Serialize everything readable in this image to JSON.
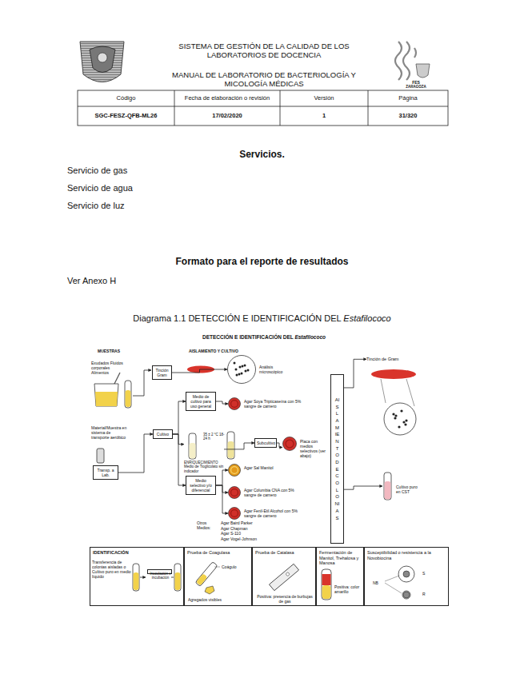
{
  "diagram": {
    "title": "DETECCIÓN E IDENTIFICACIÓN DEL Estafilococo",
    "caption": "Diagrama 1.1 DETECCIÓN E IDENTIFICACIÓN DEL Estafilococo",
    "nodes": [
      {
        "text": [
          "Tinción Gram"
        ]
      },
      {
        "text": [
          "Análisis microscópico"
        ]
      },
      {
        "text": [
          "Medio de cultivo para uso general"
        ]
      },
      {
        "text": [
          "Agar Soya Tripticaseína con 5% sangre de carnero"
        ]
      },
      {
        "text": [
          "Cultivo"
        ]
      },
      {
        "text": [
          "ENRIQUECIMIENTO",
          "Medio de Tioglicolato sin indicador"
        ]
      },
      {
        "text": [
          "Subcultivo"
        ]
      },
      {
        "text": [
          "Placa con medios selectivos (ver abajo)"
        ]
      },
      {
        "text": [
          "Agar Sal Manitol"
        ]
      },
      {
        "text": [
          "Medio selectivo y/o diferencial"
        ]
      },
      {
        "text": [
          "Agar Columbia CNA con 5% sangre de carnero"
        ]
      },
      {
        "text": [
          "Agar Fenil-Etil Alcohol con 5% sangre de carnero"
        ]
      },
      {
        "text": [
          "Transp. a Lab."
        ]
      },
      {
        "text": [
          "AISLAMIENTO DE COLONIAS"
        ]
      },
      {
        "text": [
          "Tinción de Gram"
        ]
      },
      {
        "text": [
          "Cultivo puro en CST"
        ]
      },
      {
        "text": [
          "IDENTIFICACIÓN",
          "Transferencia de colonias aisladas o Cultivo puro en medio líquido"
        ]
      },
      {
        "text": [
          "Inoculación e incubación"
        ],
        "in": 16
      },
      {
        "text": [
          "Prueba de Coagulasa",
          "Coágulo",
          "Agregados visibles"
        ]
      },
      {
        "text": [
          "Prueba de Catalasa",
          "Positiva: presencia de burbujas de gas"
        ]
      },
      {
        "text": [
          "Fermentación de Manitol, Trehalosa y Manosa",
          "Positiva: color amarillo"
        ]
      },
      {
        "text": [
          "Susceptibilidad o resistencia a la Novobiocina",
          "NB",
          "S",
          "R"
        ]
      }
    ],
    "edges": [
      {
        "from": 0,
        "to": 1,
        "arrow": "to"
      },
      {
        "from": 4,
        "to": 2,
        "arrow": "to"
      },
      {
        "from": 4,
        "to": 5,
        "arrow": "to"
      },
      {
        "from": 4,
        "to": 9,
        "arrow": "to"
      },
      {
        "from": 2,
        "to": 3,
        "arrow": "to"
      },
      {
        "from": 5,
        "to": 6,
        "arrow": "to"
      },
      {
        "from": 6,
        "to": 7,
        "arrow": "to"
      },
      {
        "from": 9,
        "to": 8,
        "arrow": "to"
      },
      {
        "from": 9,
        "to": 10,
        "arrow": "to"
      },
      {
        "from": 9,
        "to": 11,
        "arrow": "to"
      },
      {
        "from": 12,
        "to": 4,
        "arrow": "to"
      },
      {
        "from": 13,
        "to": 14,
        "arrow": "to"
      },
      {
        "from": 13,
        "to": 15,
        "arrow": "to"
      }
    ],
    "labels": [
      "SISTEMA DE GESTIÓN DE LA CALIDAD DE LOS LABORATORIOS DE DOCENCIA",
      "MANUAL DE LABORATORIO DE BACTERIOLOGÍA Y MICOLOGÍA MÉDICAS",
      "Código",
      "Fecha de elaboración o revisión",
      "Versión",
      "Página",
      "SGC-FESZ-QFB-ML26",
      "17/02/2020",
      "1",
      "31/320",
      "FES",
      "ZARAGOZA",
      "Servicios.",
      "Servicio de gas",
      "Servicio de agua",
      "Servicio de luz",
      "Formato para el reporte de resultados",
      "Ver Anexo H",
      "MUESTRAS",
      "AISLAMIENTO Y CULTIVO",
      "Exudados Fluidos corporales Alimentos",
      "Material/Muestra en sistema de transporte aeróbico",
      "35 ± 2 °C 18-24 h",
      "Otros Medios:",
      "Agar Baird Parker",
      "Agar Chapman",
      "Agar S-110",
      "Agar Vogel-Johnson"
    ]
  }
}
